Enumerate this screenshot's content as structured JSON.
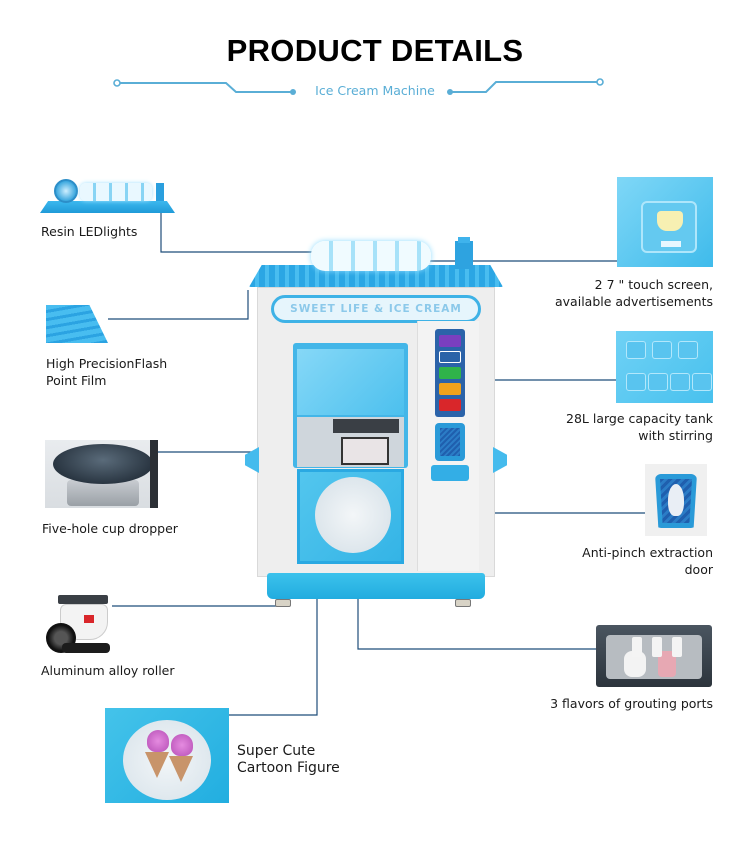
{
  "header": {
    "title": "PRODUCT DETAILS",
    "subtitle": "Ice Cream Machine",
    "accent_color": "#5aaed6"
  },
  "machine": {
    "name": "Ice cream vending machine",
    "header_sign": "SWEET LIFE & ICE CREAM"
  },
  "features_left": [
    {
      "label": "Resin LEDlights",
      "image": "resin-led-sign"
    },
    {
      "label_line1": "High PrecisionFlash",
      "label_line2": "Point Film",
      "image": "blue-roof-film"
    },
    {
      "label": "Five-hole cup dropper",
      "image": "cup-dropper"
    },
    {
      "label": "Aluminum alloy roller",
      "image": "caster-wheel"
    },
    {
      "label_line1": "Super Cute",
      "label_line2": "Cartoon Figure",
      "image": "ice-cream-cartoon-panel"
    }
  ],
  "features_right": [
    {
      "label_line1": "2 7 \" touch screen,",
      "label_line2": "available advertisements",
      "image": "touch-screen-ui"
    },
    {
      "label_line1": "28L large capacity tank",
      "label_line2": "with stirring",
      "image": "tank-menu-screen"
    },
    {
      "label_line1": "Anti-pinch extraction",
      "label_line2": "door",
      "image": "extraction-door"
    },
    {
      "label": "3 flavors of grouting ports",
      "image": "grouting-ports"
    }
  ],
  "colors": {
    "connector_line": "#1f4e7a",
    "machine_blue": "#2ba6e4",
    "machine_body": "#eeeeee"
  }
}
